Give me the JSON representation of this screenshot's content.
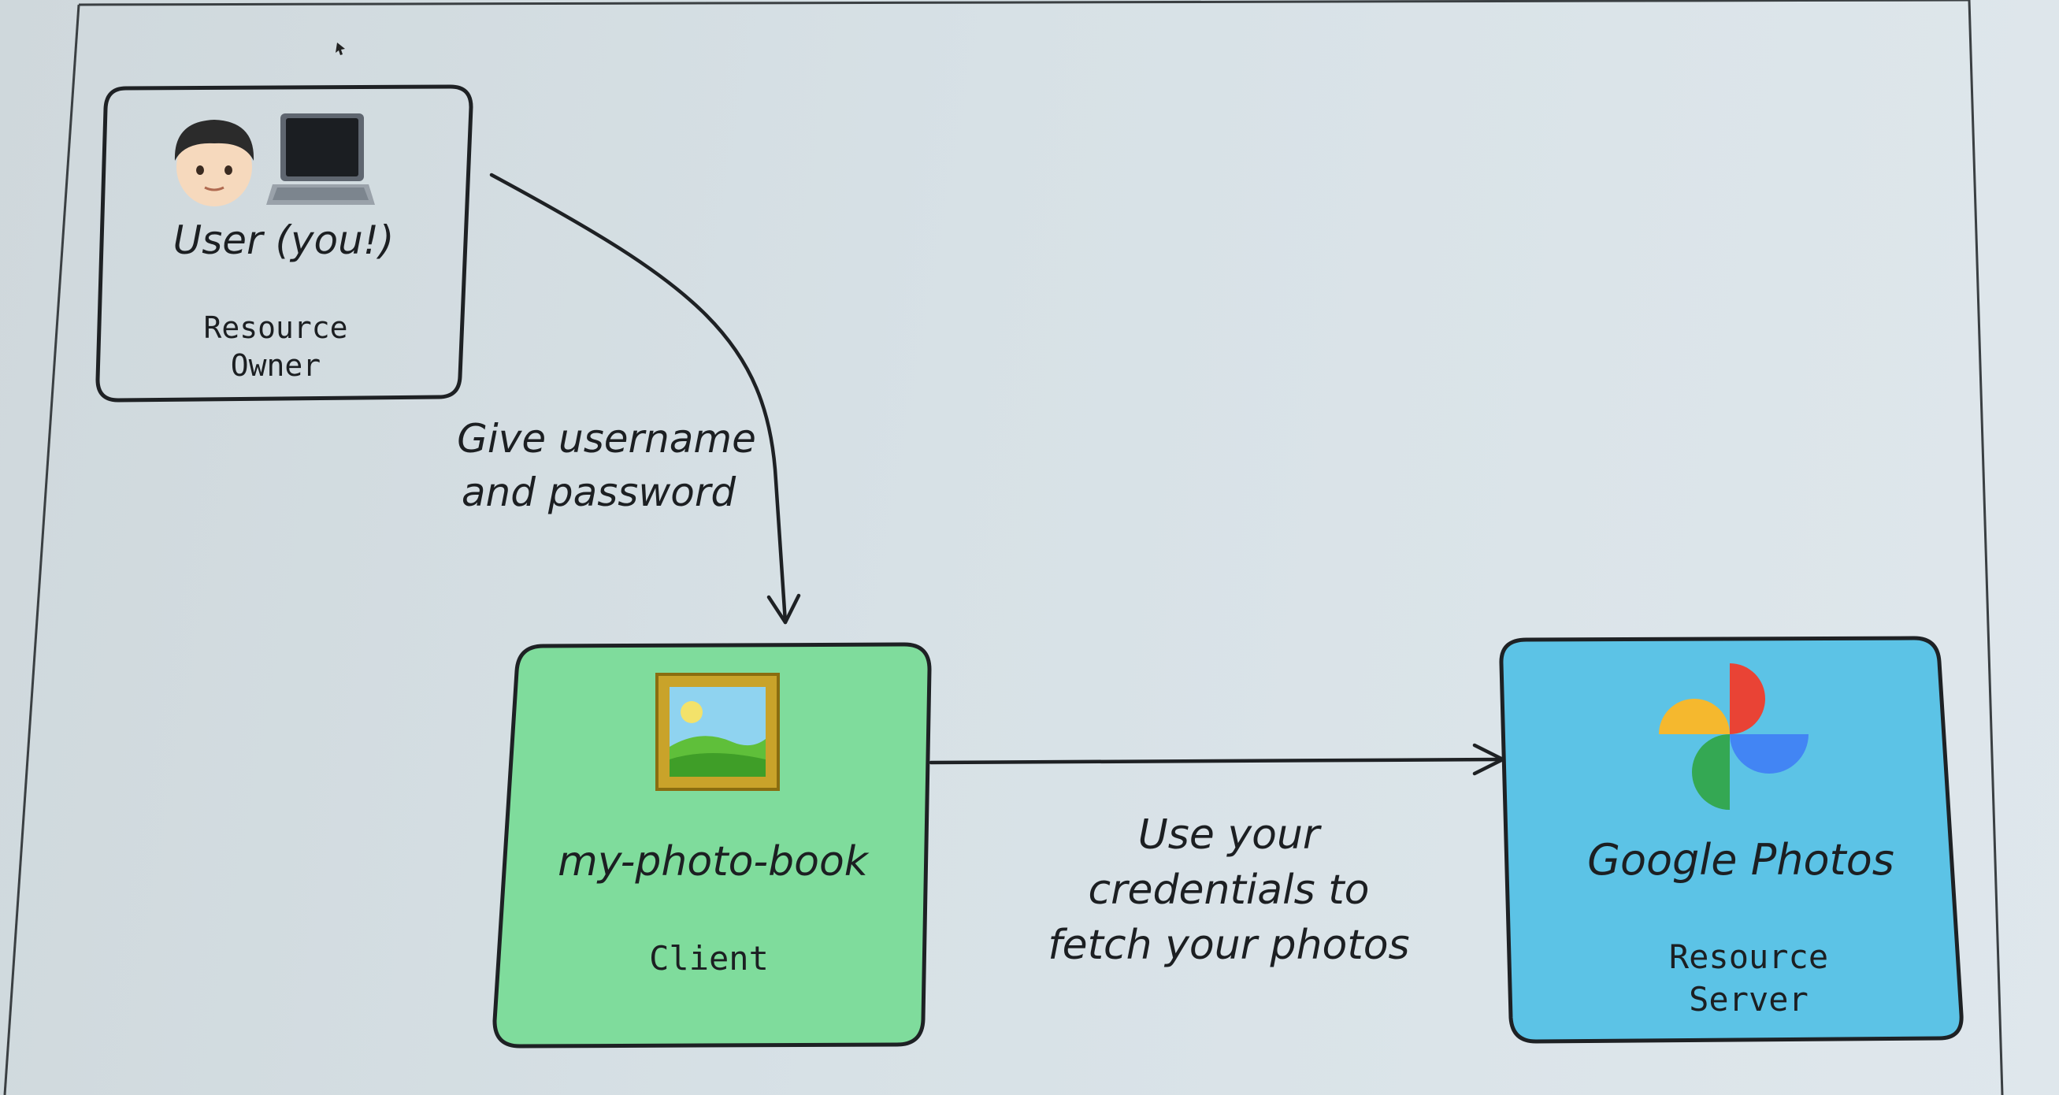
{
  "nodes": {
    "user": {
      "title": "User (you!)",
      "role_line1": "Resource",
      "role_line2": "Owner",
      "icons": [
        "person-icon",
        "laptop-icon"
      ]
    },
    "client": {
      "title": "my-photo-book",
      "role": "Client",
      "fill": "#7fdc9c",
      "icons": [
        "framed-picture-icon"
      ]
    },
    "server": {
      "title": "Google Photos",
      "role_line1": "Resource",
      "role_line2": "Server",
      "fill": "#5cc3e6",
      "icons": [
        "google-photos-pinwheel-icon"
      ]
    }
  },
  "edges": {
    "user_to_client": {
      "label_line1": "Give username",
      "label_line2": "and password"
    },
    "client_to_server": {
      "label_line1": "Use your",
      "label_line2": "credentials to",
      "label_line3": "fetch your photos"
    }
  },
  "colors": {
    "stroke": "#1e2124",
    "background": "#d7e1e6",
    "google_red": "#e94335",
    "google_yellow": "#f5b82e",
    "google_green": "#34a853",
    "google_blue": "#4285f4"
  }
}
